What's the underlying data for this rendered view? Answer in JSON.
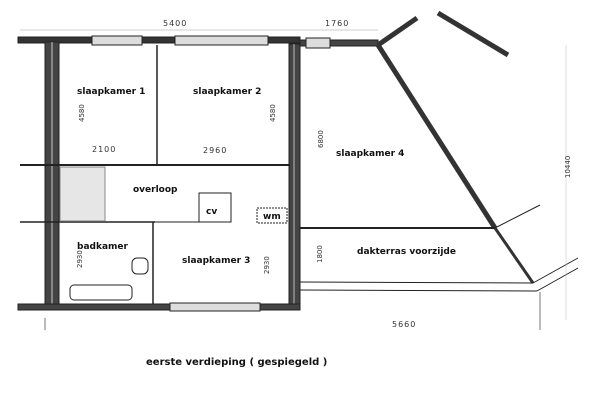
{
  "rooms": {
    "slaapkamer1": "slaapkamer 1",
    "slaapkamer2": "slaapkamer 2",
    "slaapkamer3": "slaapkamer 3",
    "slaapkamer4": "slaapkamer 4",
    "overloop": "overloop",
    "badkamer": "badkamer",
    "cv": "cv",
    "wm": "wm",
    "dakterras": "dakterras voorzijde"
  },
  "dimensions": {
    "top_width": "5400",
    "top_right": "1760",
    "s1_depth": "4580",
    "s2_depth": "4580",
    "s1_width": "2100",
    "s2_width": "2960",
    "s4_depth": "6800",
    "total_depth": "10440",
    "bad_depth": "2930",
    "s3_depth": "2930",
    "terras_depth": "1800",
    "bottom_width": "5660"
  },
  "caption": "eerste verdieping ( gespiegeld )"
}
